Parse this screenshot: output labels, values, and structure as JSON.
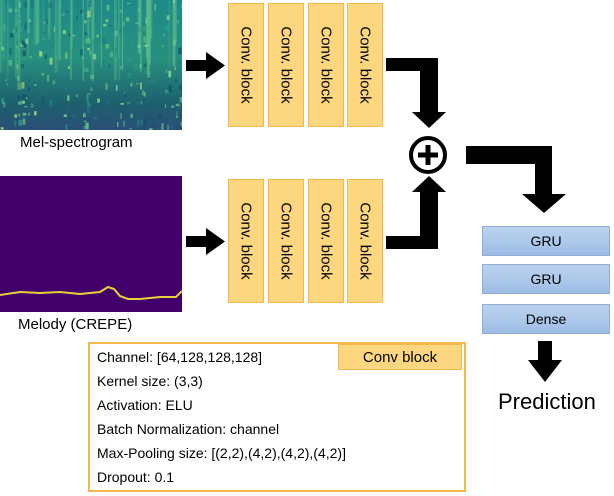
{
  "inputs": {
    "mel_label": "Mel-spectrogram",
    "melody_label": "Melody (CREPE)"
  },
  "conv_block_label": "Conv. block",
  "combine_symbol": "⊕",
  "layers": [
    "GRU",
    "GRU",
    "Dense"
  ],
  "output_label": "Prediction",
  "conv_details": {
    "title": "Conv  block",
    "lines": [
      "Channel: [64,128,128,128]",
      "Kernel size: (3,3)",
      "Activation: ELU",
      "Batch Normalization: channel",
      "Max-Pooling size: [(2,2),(4,2),(4,2),(4,2)]",
      "Dropout: 0.1"
    ]
  },
  "colors": {
    "conv_fill": "#fdd780",
    "conv_border": "#f5b84a",
    "gru_fill": "#a9c6ea",
    "spectrogram_bg": "#1f6b72",
    "melody_bg": "#44006a",
    "melody_line": "#e3d23a"
  }
}
